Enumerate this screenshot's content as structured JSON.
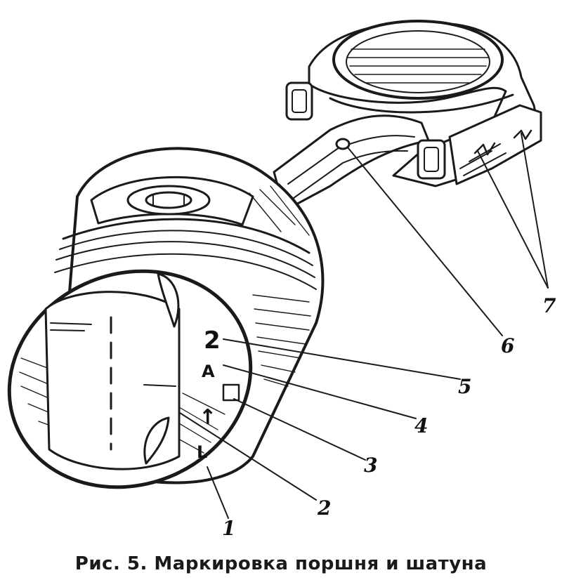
{
  "caption": "Рис. 5. Маркировка поршня и шатуна",
  "piston_marks": {
    "size_group": "2",
    "letter": "А",
    "arrow": "↑",
    "stamp": "L"
  },
  "callouts": {
    "c1": "1",
    "c2": "2",
    "c3": "3",
    "c4": "4",
    "c5": "5",
    "c6": "6",
    "c7": "7"
  },
  "colors": {
    "ink": "#1a1a1a",
    "paper": "#ffffff"
  }
}
